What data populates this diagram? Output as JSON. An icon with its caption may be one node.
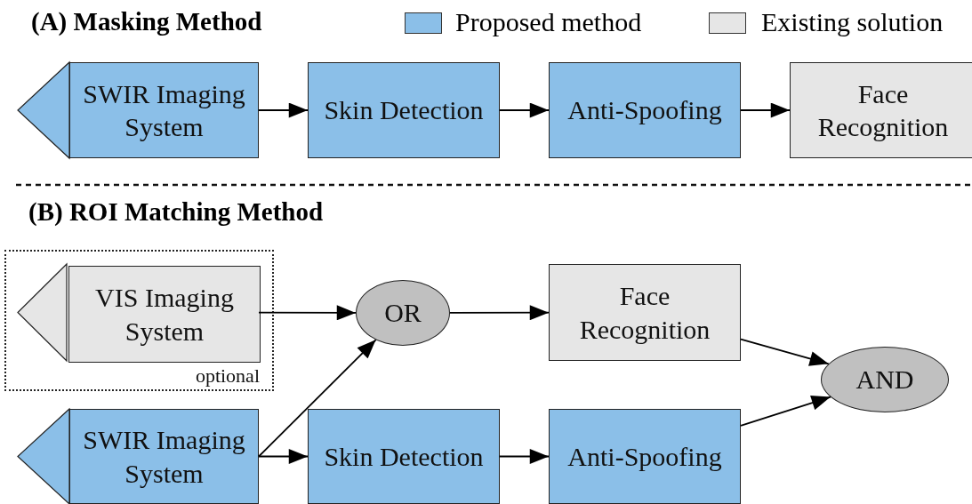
{
  "diagram": {
    "nodes": [
      {
        "text": [
          "SWIR Imaging System"
        ]
      },
      {
        "text": [
          "Skin Detection"
        ]
      },
      {
        "text": [
          "Anti-Spoofing"
        ]
      },
      {
        "text": [
          "Face Recognition"
        ]
      },
      {
        "text": [
          "optional"
        ]
      },
      {
        "text": [
          "VIS Imaging System"
        ],
        "in": 4
      },
      {
        "text": [
          "OR"
        ]
      },
      {
        "text": [
          "Face Recognition"
        ]
      },
      {
        "text": [
          "AND"
        ]
      },
      {
        "text": [
          "SWIR Imaging System"
        ]
      },
      {
        "text": [
          "Skin Detection"
        ]
      },
      {
        "text": [
          "Anti-Spoofing"
        ]
      }
    ],
    "edges": [
      {
        "from": 0,
        "to": 1,
        "arrow": "to"
      },
      {
        "from": 1,
        "to": 2,
        "arrow": "to"
      },
      {
        "from": 2,
        "to": 3,
        "arrow": "to"
      },
      {
        "from": 5,
        "to": 6,
        "arrow": "to"
      },
      {
        "from": 6,
        "to": 7,
        "arrow": "to"
      },
      {
        "from": 9,
        "to": 6,
        "arrow": "to"
      },
      {
        "from": 9,
        "to": 10,
        "arrow": "to"
      },
      {
        "from": 10,
        "to": 11,
        "arrow": "to"
      },
      {
        "from": 7,
        "to": 8,
        "arrow": "to"
      },
      {
        "from": 11,
        "to": 8,
        "arrow": "to"
      }
    ],
    "labels": [
      "(A) Masking Method",
      "(B) ROI Matching Method"
    ],
    "legend": [
      {
        "text": "Proposed method",
        "color": "#8bbfe8"
      },
      {
        "text": "Existing solution",
        "color": "#e6e6e6"
      }
    ]
  }
}
